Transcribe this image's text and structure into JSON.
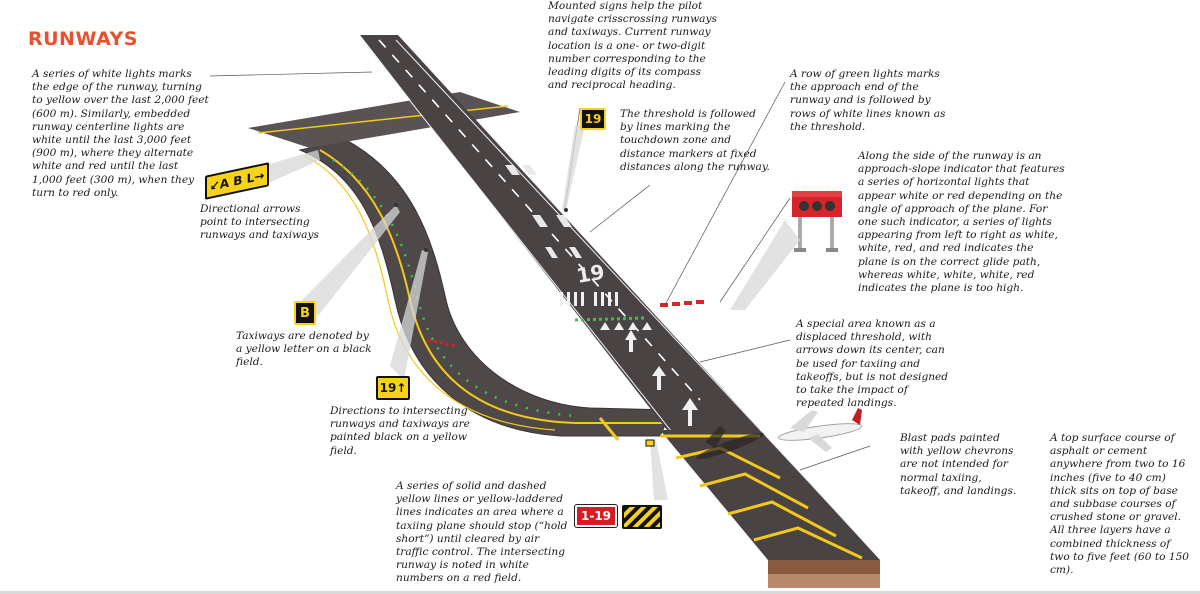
{
  "title": "RUNWAYS",
  "notes": {
    "edge_lights": "A series of white lights marks the edge of the runway, turning to yellow over the last 2,000 feet (600 m). Similarly, embedded runway centerline lights are white until the last 3,000 feet (900 m), where they alternate white and red until the last 1,000 feet (300 m), when they turn to red only.",
    "mounted_signs": "Mounted signs help the pilot navigate crisscrossing runways and taxiways. Current runway location is a one- or two-digit number corresponding to the leading digits of its compass and reciprocal heading.",
    "green_lights": "A row of green lights marks the approach end of the runway and is followed by rows of white lines known as the threshold.",
    "threshold": "The threshold is followed by lines marking the touchdown zone and distance markers at fixed distances along the runway.",
    "approach_slope": "Along the side of the runway is an approach-slope indicator that features a series of horizontal lights that appear white or red depending on the angle of approach of the plane. For one such indicator, a series of lights appearing from left to right as white, white, red, and red indicates the plane is on the correct glide path, whereas white, white, white, red indicates the plane is too high.",
    "directional_arrows": "Directional arrows point to intersecting runways and taxiways",
    "taxiways_letter": "Taxiways are denoted by a yellow letter on a black field.",
    "displaced_threshold": "A special area known as a displaced threshold, with arrows down its center, can be used for taxiing and takeoffs, but is not designed to take the impact of repeated landings.",
    "directions": "Directions to intersecting runways and taxiways are painted black on a yellow field.",
    "blast_pads": "Blast pads painted with yellow chevrons are not intended for normal taxiing, takeoff, and landings.",
    "surface_course": "A top surface course of asphalt or cement anywhere from two to 16 inches (five to 40 cm) thick sits on top of base and subbase courses of crushed stone or gravel. All three layers have a combined thickness of two to five feet (60 to 150 cm).",
    "hold_short": "A series of solid and dashed yellow lines or yellow-laddered lines indicates an area where a taxiing plane should stop (“hold short”) until cleared by air traffic control. The intersecting runway is noted in white numbers on a red field."
  },
  "signs": {
    "directional": "↙A B L→",
    "runway_number": "19",
    "taxiway": "B",
    "direction": "19↑",
    "hold_short": "1-19"
  },
  "runway_marking": "19",
  "colors": {
    "accent": "#e8502e",
    "asphalt": "#4a4344",
    "marking_yellow": "#f2c81c",
    "light_green": "#3fc24a",
    "light_red": "#d5242a",
    "sign_yellow": "#f7d21a"
  }
}
